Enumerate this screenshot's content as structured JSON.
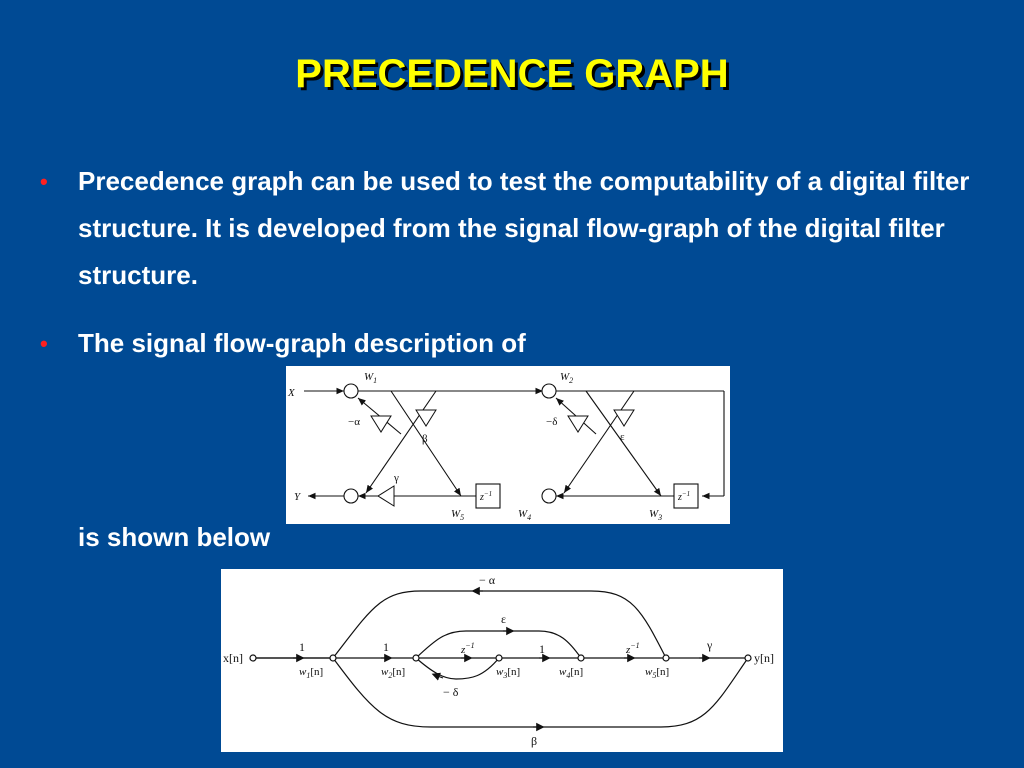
{
  "slide": {
    "title": "PRECEDENCE GRAPH",
    "bullet_glyph": "•",
    "bullets": [
      "Precedence graph can be used to test the computability of a digital filter structure. It is developed from the signal flow-graph of the digital filter structure.",
      "The signal flow-graph description of"
    ],
    "continuation": "is shown below"
  },
  "figure1": {
    "input": "X",
    "output": "Y",
    "w1": "W",
    "w1_sub": "1",
    "w2": "W",
    "w2_sub": "2",
    "w3": "W",
    "w3_sub": "3",
    "w4": "W",
    "w4_sub": "4",
    "w5": "W",
    "w5_sub": "5",
    "gain_alpha": "−α",
    "gain_beta": "β",
    "gain_delta": "−δ",
    "gain_eps": "ε",
    "gain_gamma": "γ",
    "delay": "z",
    "delay_sup": "−1"
  },
  "figure2": {
    "x_label": "x[n]",
    "y_label": "y[n]",
    "w1": "w",
    "w1_sub": "1",
    "w2": "w",
    "w2_sub": "2",
    "w3": "w",
    "w3_sub": "3",
    "w4": "w",
    "w4_sub": "4",
    "w5": "w",
    "w5_sub": "5",
    "n_suffix": "[n]",
    "edge_one_a": "1",
    "edge_one_b": "1",
    "edge_one_c": "1",
    "edge_alpha": "− α",
    "edge_eps": "ε",
    "edge_delta": "− δ",
    "edge_beta": "β",
    "edge_gamma": "γ",
    "delay_a": "z",
    "delay_a_sup": "−1",
    "delay_b": "z",
    "delay_b_sup": "−1"
  },
  "colors": {
    "background": "#004a94",
    "title": "#ffff00",
    "text": "#ffffff",
    "bullet": "#ff2020"
  }
}
